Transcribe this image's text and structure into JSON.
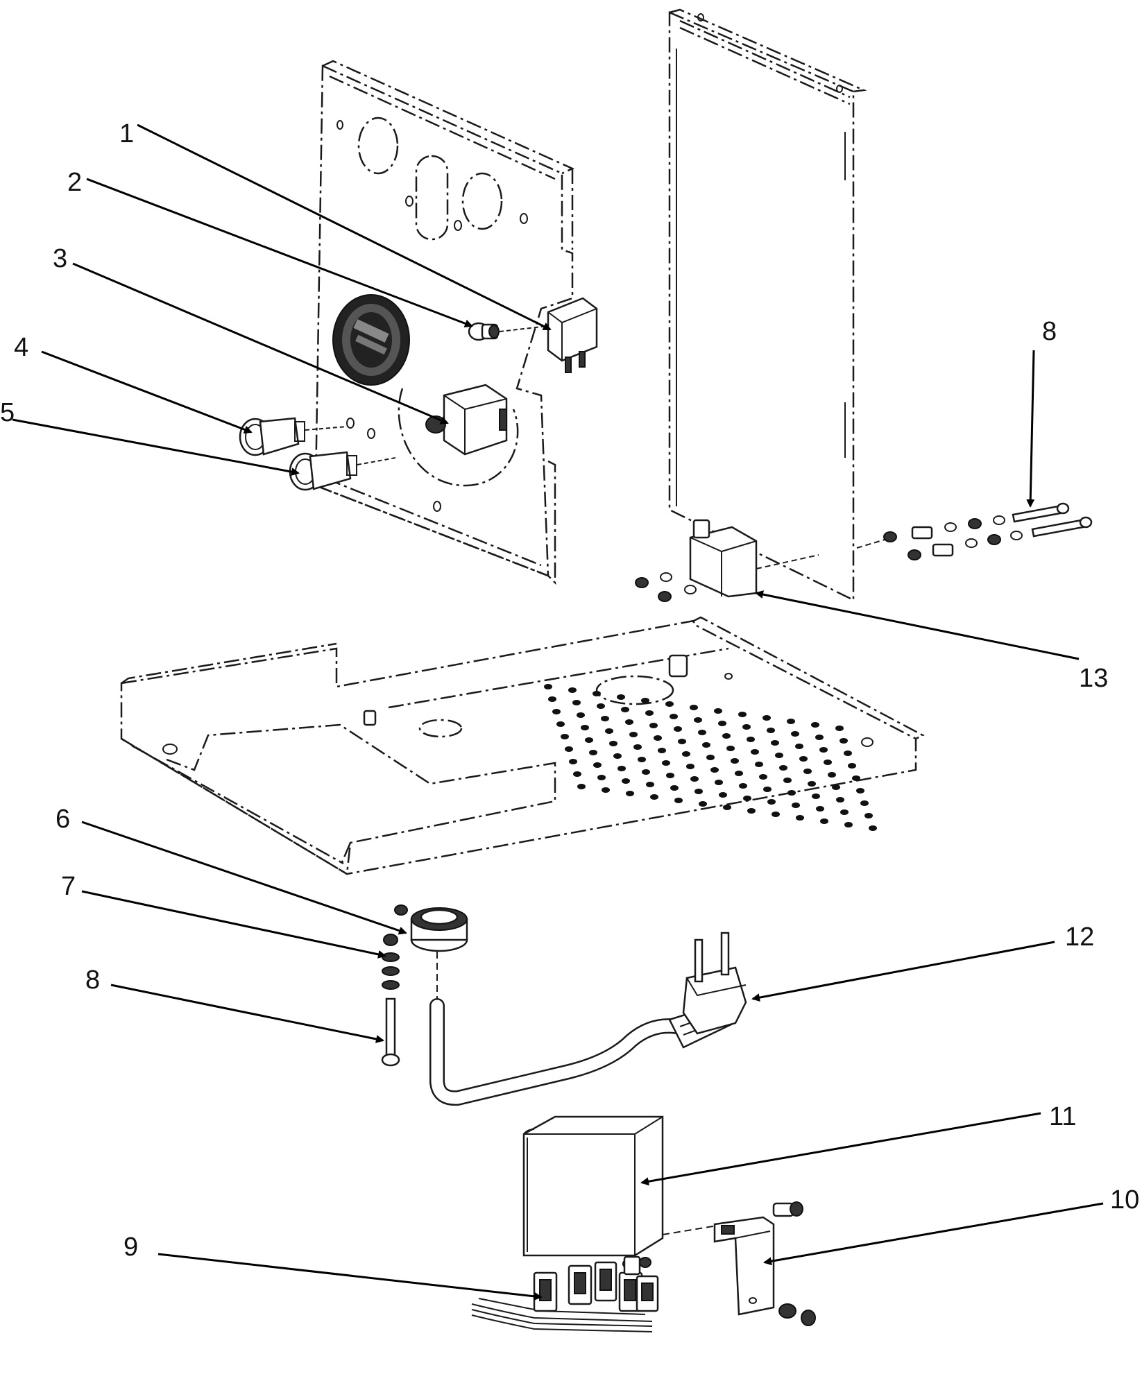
{
  "callouts": [
    {
      "id": "callout-1",
      "label": "1"
    },
    {
      "id": "callout-2",
      "label": "2"
    },
    {
      "id": "callout-3",
      "label": "3"
    },
    {
      "id": "callout-4",
      "label": "4"
    },
    {
      "id": "callout-5",
      "label": "5"
    },
    {
      "id": "callout-6",
      "label": "6"
    },
    {
      "id": "callout-7",
      "label": "7"
    },
    {
      "id": "callout-8a",
      "label": "8"
    },
    {
      "id": "callout-8b",
      "label": "8"
    },
    {
      "id": "callout-9",
      "label": "9"
    },
    {
      "id": "callout-10",
      "label": "10"
    },
    {
      "id": "callout-11",
      "label": "11"
    },
    {
      "id": "callout-12",
      "label": "12"
    },
    {
      "id": "callout-13",
      "label": "13"
    }
  ]
}
